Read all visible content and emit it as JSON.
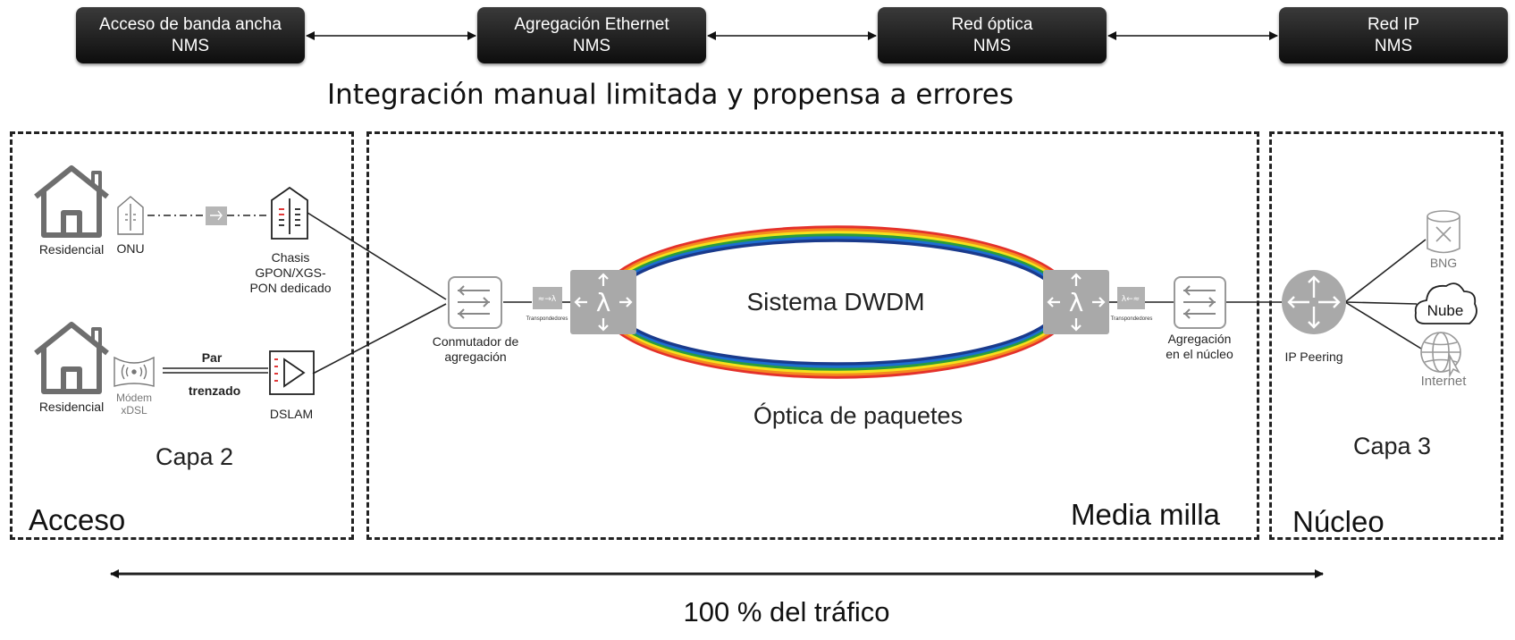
{
  "nms_boxes": [
    {
      "line1": "Acceso de banda ancha",
      "line2": "NMS"
    },
    {
      "line1": "Agregación Ethernet",
      "line2": "NMS"
    },
    {
      "line1": "Red óptica",
      "line2": "NMS"
    },
    {
      "line1": "Red IP",
      "line2": "NMS"
    }
  ],
  "integration_title": "Integración manual limitada y propensa a errores",
  "sections": {
    "access": "Acceso",
    "middle": "Media milla",
    "core": "Núcleo"
  },
  "layers": {
    "layer2": "Capa 2",
    "layer3": "Capa 3"
  },
  "access_nodes": {
    "residential_top": "Residencial",
    "onu": "ONU",
    "chassis_line1": "Chasis",
    "chassis_line2": "GPON/XGS-",
    "chassis_line3": "PON dedicado",
    "residential_bottom": "Residencial",
    "modem_line1": "Módem",
    "modem_line2": "xDSL",
    "twisted_pair_line1": "Par",
    "twisted_pair_line2": "trenzado",
    "dslam": "DSLAM"
  },
  "middle_nodes": {
    "agg_switch_line1": "Conmutador de",
    "agg_switch_line2": "agregación",
    "transponders_left": "Transpondedores",
    "dwdm": "Sistema DWDM",
    "packet_optics": "Óptica de paquetes",
    "transponders_right": "Transpondedores",
    "core_agg_line1": "Agregación",
    "core_agg_line2": "en el núcleo"
  },
  "core_nodes": {
    "ip_peering": "IP Peering",
    "bng": "BNG",
    "cloud": "Nube",
    "internet": "Internet"
  },
  "traffic_label": "100 % del tráfico",
  "colors": {
    "nms_box": "#1a1a1a",
    "device_gray": "#a9a9a9",
    "ring": [
      "#e4312b",
      "#f58a1f",
      "#f5e11c",
      "#2a9d3b",
      "#1d6fd1",
      "#1a3a8c"
    ]
  }
}
